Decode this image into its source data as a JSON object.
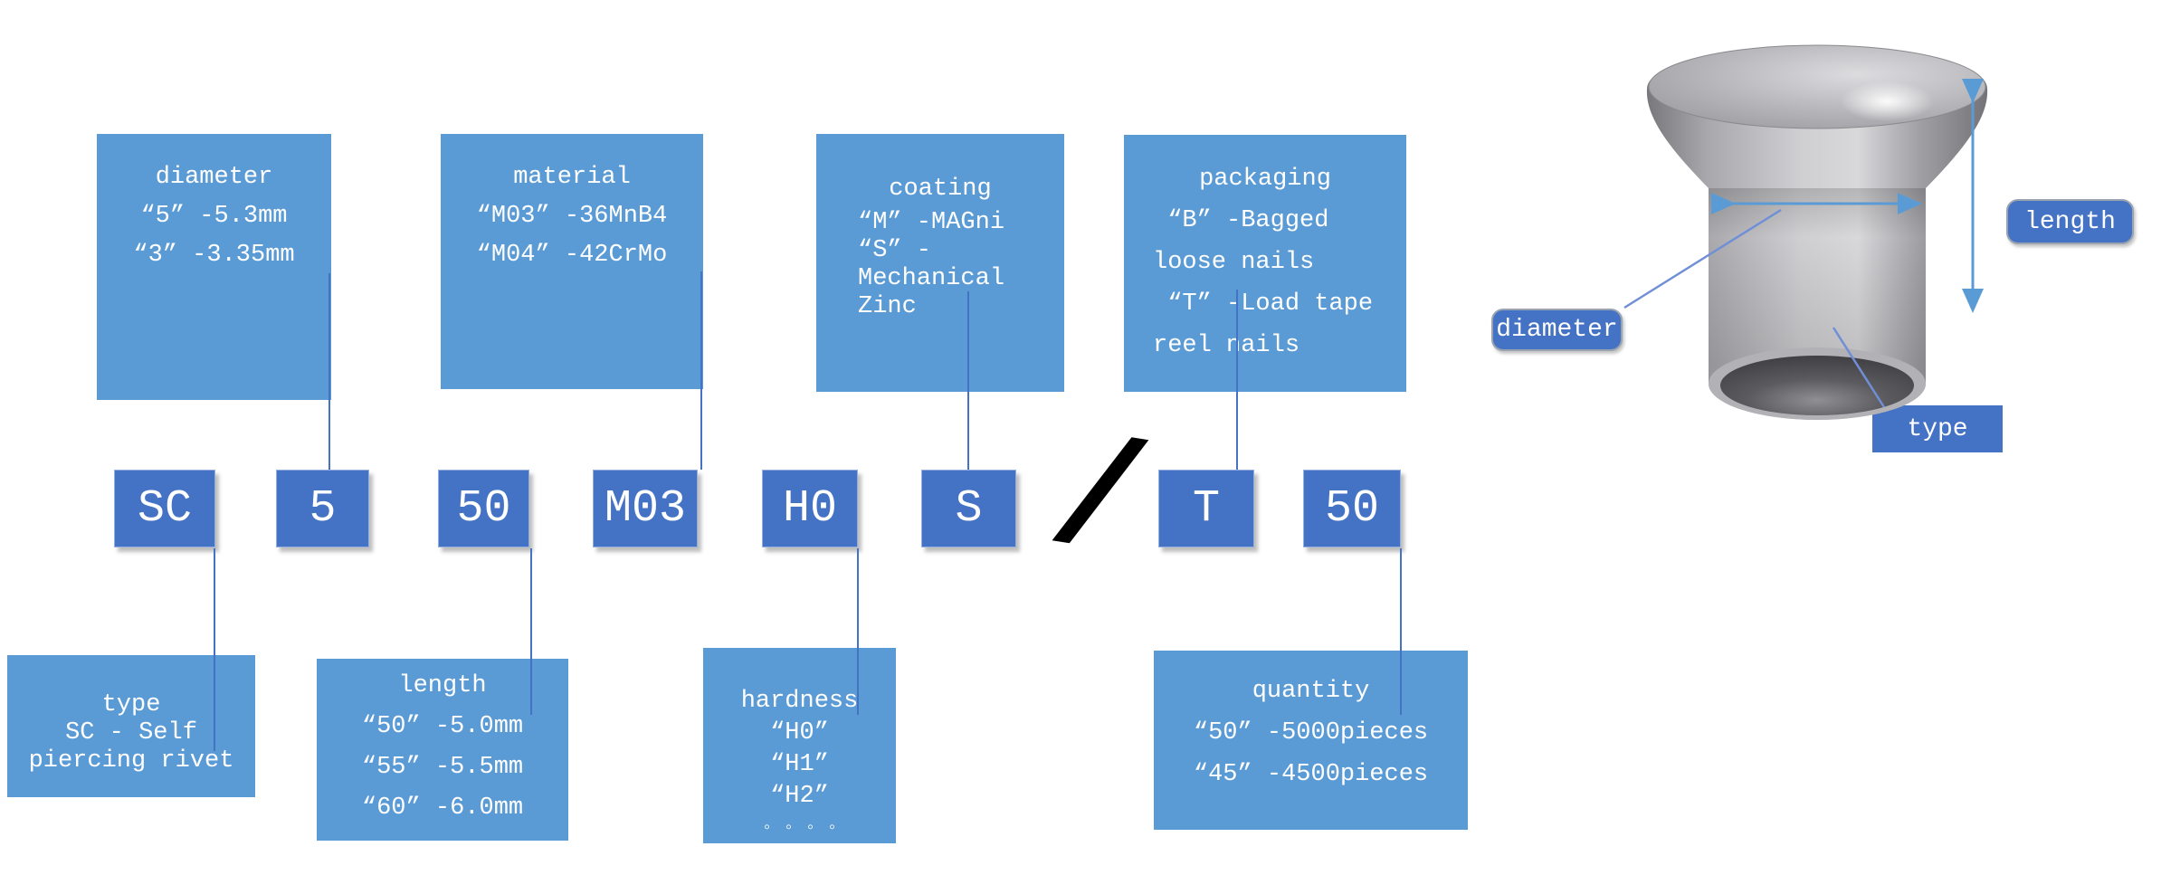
{
  "colors": {
    "legend_box": "#5B9BD5",
    "code_box": "#4472C4",
    "connector_line": "#4472C4",
    "dimension_arrow": "#5B9BD5",
    "slash": "#000000",
    "text": "#FFFFFF"
  },
  "legend_top": [
    {
      "id": "diameter",
      "title": "diameter",
      "lines": [
        "“5” -5.3mm",
        "“3” -3.35mm"
      ]
    },
    {
      "id": "material",
      "title": "material",
      "lines": [
        "“M03” -36MnB4",
        "“M04” -42CrMo"
      ]
    },
    {
      "id": "coating",
      "title": "coating",
      "lines": [
        "“M” -MAGni",
        "“S” -",
        "Mechanical",
        "Zinc"
      ]
    },
    {
      "id": "packaging",
      "title": "packaging",
      "lines": [
        " “B” -Bagged",
        "loose nails",
        " “T” -Load tape",
        "reel nails"
      ]
    }
  ],
  "code_row": {
    "segments": [
      "SC",
      "5",
      "50",
      "M03",
      "H0",
      "S",
      "T",
      "50"
    ],
    "separator": "/"
  },
  "legend_bottom": [
    {
      "id": "type",
      "title": "type",
      "lines": [
        "SC - Self",
        "piercing rivet"
      ]
    },
    {
      "id": "length",
      "title": "length",
      "lines": [
        "“50” -5.0mm",
        "“55” -5.5mm",
        "“60” -6.0mm"
      ]
    },
    {
      "id": "hardness",
      "title": "hardness",
      "lines": [
        "“H0”",
        "“H1”",
        "“H2”",
        "◦ ◦ ◦ ◦"
      ]
    },
    {
      "id": "quantity",
      "title": "quantity",
      "lines": [
        "“50” -5000pieces",
        "“45” -4500pieces"
      ]
    }
  ],
  "rivet_labels": {
    "length": "length",
    "diameter": "diameter",
    "type": "type"
  }
}
